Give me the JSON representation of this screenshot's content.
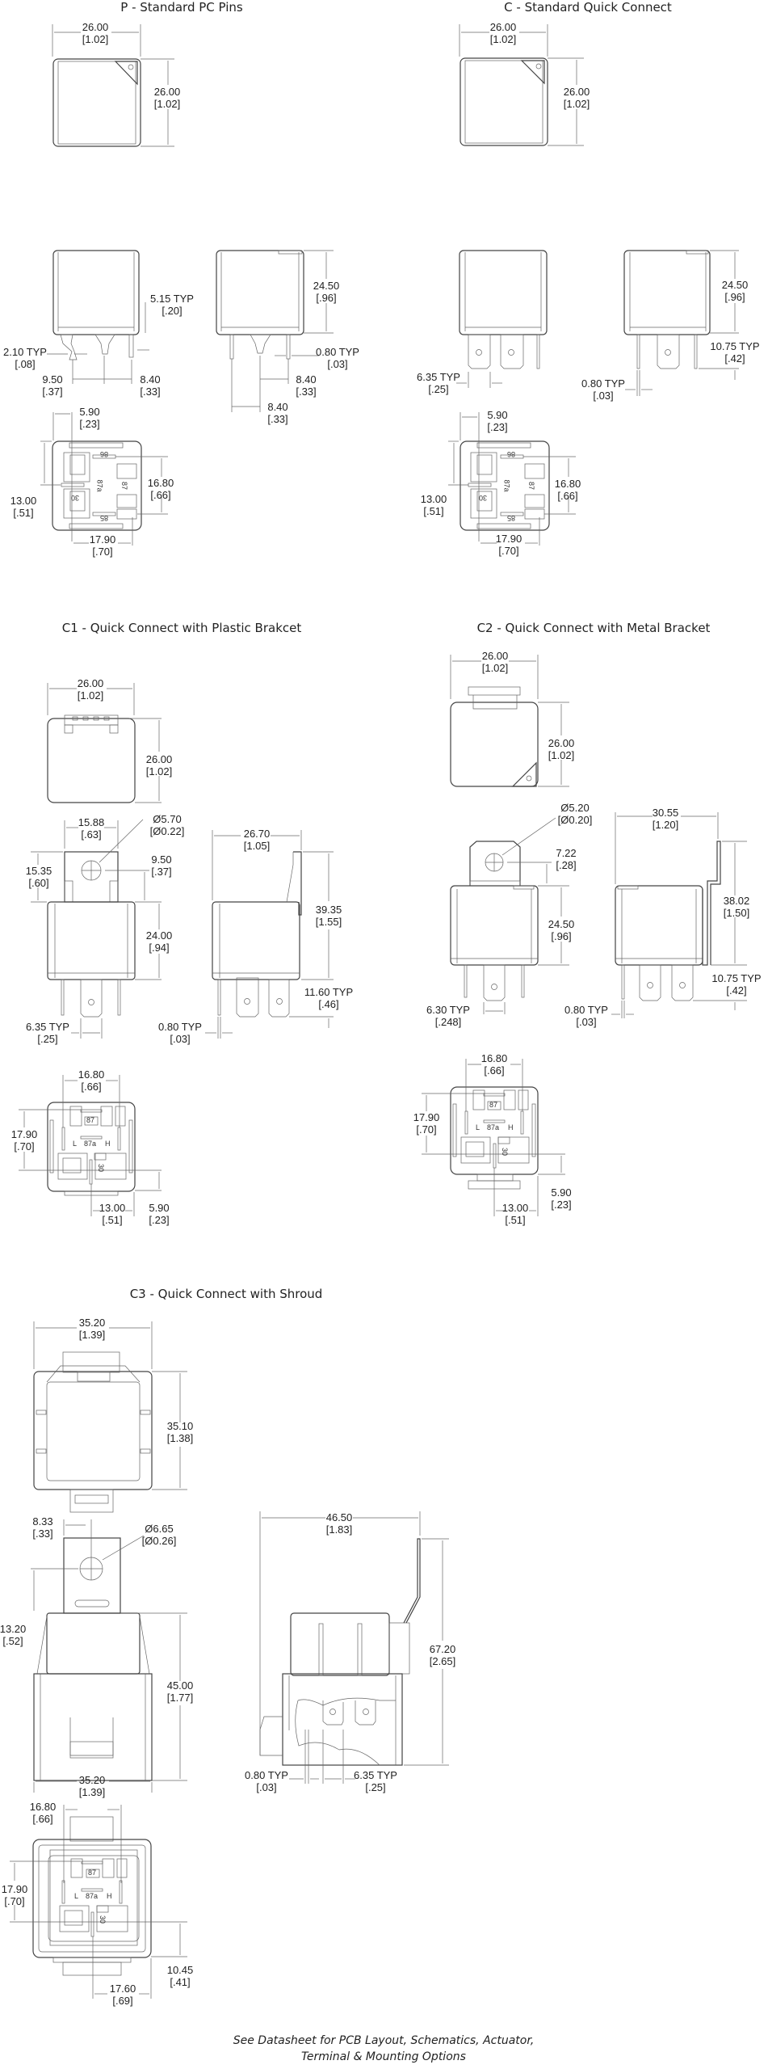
{
  "sections": {
    "p": {
      "title": "P - Standard PC Pins"
    },
    "c": {
      "title": "C - Standard Quick Connect"
    },
    "c1": {
      "title": "C1 - Quick Connect with Plastic Brakcet"
    },
    "c2": {
      "title": "C2 - Quick Connect with Metal Bracket"
    },
    "c3": {
      "title": "C3 - Quick Connect with Shroud"
    }
  },
  "dims": {
    "p_top_w": {
      "mm": "26.00",
      "in": "[1.02]"
    },
    "p_top_h": {
      "mm": "26.00",
      "in": "[1.02]"
    },
    "p_pin_len": {
      "mm": "5.15 TYP",
      "in": "[.20]"
    },
    "p_pin_w": {
      "mm": "2.10 TYP",
      "in": "[.08]"
    },
    "p_pitch_a": {
      "mm": "9.50",
      "in": "[.37]"
    },
    "p_pitch_b": {
      "mm": "8.40",
      "in": "[.33]"
    },
    "p_side_h": {
      "mm": "24.50",
      "in": "[.96]"
    },
    "p_side_pin_t": {
      "mm": "0.80 TYP",
      "in": "[.03]"
    },
    "p_side_pitch_a": {
      "mm": "8.40",
      "in": "[.33]"
    },
    "p_side_pitch_b": {
      "mm": "8.40",
      "in": "[.33]"
    },
    "p_bot_a": {
      "mm": "5.90",
      "in": "[.23]"
    },
    "p_bot_b": {
      "mm": "13.00",
      "in": "[.51]"
    },
    "p_bot_c": {
      "mm": "16.80",
      "in": "[.66]"
    },
    "p_bot_d": {
      "mm": "17.90",
      "in": "[.70]"
    },
    "c_top_w": {
      "mm": "26.00",
      "in": "[1.02]"
    },
    "c_top_h": {
      "mm": "26.00",
      "in": "[1.02]"
    },
    "c_tab_w": {
      "mm": "6.35 TYP",
      "in": "[.25]"
    },
    "c_side_h": {
      "mm": "24.50",
      "in": "[.96]"
    },
    "c_tab_len": {
      "mm": "10.75 TYP",
      "in": "[.42]"
    },
    "c_pin_t": {
      "mm": "0.80 TYP",
      "in": "[.03]"
    },
    "c_bot_a": {
      "mm": "5.90",
      "in": "[.23]"
    },
    "c_bot_b": {
      "mm": "13.00",
      "in": "[.51]"
    },
    "c_bot_c": {
      "mm": "16.80",
      "in": "[.66]"
    },
    "c_bot_d": {
      "mm": "17.90",
      "in": "[.70]"
    },
    "c1_top_w": {
      "mm": "26.00",
      "in": "[1.02]"
    },
    "c1_top_h": {
      "mm": "26.00",
      "in": "[1.02]"
    },
    "c1_brk_w": {
      "mm": "15.88",
      "in": "[.63]"
    },
    "c1_hole": {
      "mm": "Ø5.70",
      "in": "[Ø0.22]"
    },
    "c1_brk_h": {
      "mm": "15.35",
      "in": "[.60]"
    },
    "c1_hole_off": {
      "mm": "9.50",
      "in": "[.37]"
    },
    "c1_body_h": {
      "mm": "24.00",
      "in": "[.94]"
    },
    "c1_tab_w": {
      "mm": "6.35 TYP",
      "in": "[.25]"
    },
    "c1_side_w": {
      "mm": "26.70",
      "in": "[1.05]"
    },
    "c1_side_h": {
      "mm": "39.35",
      "in": "[1.55]"
    },
    "c1_tab_len": {
      "mm": "11.60 TYP",
      "in": "[.46]"
    },
    "c1_pin_t": {
      "mm": "0.80 TYP",
      "in": "[.03]"
    },
    "c1_bot_a": {
      "mm": "16.80",
      "in": "[.66]"
    },
    "c1_bot_b": {
      "mm": "17.90",
      "in": "[.70]"
    },
    "c1_bot_c": {
      "mm": "13.00",
      "in": "[.51]"
    },
    "c1_bot_d": {
      "mm": "5.90",
      "in": "[.23]"
    },
    "c2_top_w": {
      "mm": "26.00",
      "in": "[1.02]"
    },
    "c2_top_h": {
      "mm": "26.00",
      "in": "[1.02]"
    },
    "c2_hole": {
      "mm": "Ø5.20",
      "in": "[Ø0.20]"
    },
    "c2_hole_off": {
      "mm": "7.22",
      "in": "[.28]"
    },
    "c2_body_h": {
      "mm": "24.50",
      "in": "[.96]"
    },
    "c2_tab_w": {
      "mm": "6.30 TYP",
      "in": "[.248]"
    },
    "c2_side_w": {
      "mm": "30.55",
      "in": "[1.20]"
    },
    "c2_side_h": {
      "mm": "38.02",
      "in": "[1.50]"
    },
    "c2_tab_len": {
      "mm": "10.75 TYP",
      "in": "[.42]"
    },
    "c2_pin_t": {
      "mm": "0.80 TYP",
      "in": "[.03]"
    },
    "c2_bot_a": {
      "mm": "16.80",
      "in": "[.66]"
    },
    "c2_bot_b": {
      "mm": "17.90",
      "in": "[.70]"
    },
    "c2_bot_c": {
      "mm": "5.90",
      "in": "[.23]"
    },
    "c2_bot_d": {
      "mm": "13.00",
      "in": "[.51]"
    },
    "c3_top_w": {
      "mm": "35.20",
      "in": "[1.39]"
    },
    "c3_top_h": {
      "mm": "35.10",
      "in": "[1.38]"
    },
    "c3_hole_x": {
      "mm": "8.33",
      "in": "[.33]"
    },
    "c3_hole": {
      "mm": "Ø6.65",
      "in": "[Ø0.26]"
    },
    "c3_hole_y": {
      "mm": "13.20",
      "in": "[.52]"
    },
    "c3_front_h": {
      "mm": "45.00",
      "in": "[1.77]"
    },
    "c3_front_w": {
      "mm": "35.20",
      "in": "[1.39]"
    },
    "c3_side_w": {
      "mm": "46.50",
      "in": "[1.83]"
    },
    "c3_side_h": {
      "mm": "67.20",
      "in": "[2.65]"
    },
    "c3_pin_t": {
      "mm": "0.80 TYP",
      "in": "[.03]"
    },
    "c3_tab_w": {
      "mm": "6.35 TYP",
      "in": "[.25]"
    },
    "c3_bot_a": {
      "mm": "16.80",
      "in": "[.66]"
    },
    "c3_bot_b": {
      "mm": "17.90",
      "in": "[.70]"
    },
    "c3_bot_c": {
      "mm": "10.45",
      "in": "[.41]"
    },
    "c3_bot_d": {
      "mm": "17.60",
      "in": "[.69]"
    }
  },
  "terminals": {
    "t85": "85",
    "t86": "86",
    "t87": "87",
    "t87a": "87a",
    "t30": "30",
    "L": "L",
    "H": "H"
  },
  "footer": {
    "line1": "See Datasheet for PCB Layout, Schematics, Actuator,",
    "line2": "Terminal & Mounting Options"
  }
}
